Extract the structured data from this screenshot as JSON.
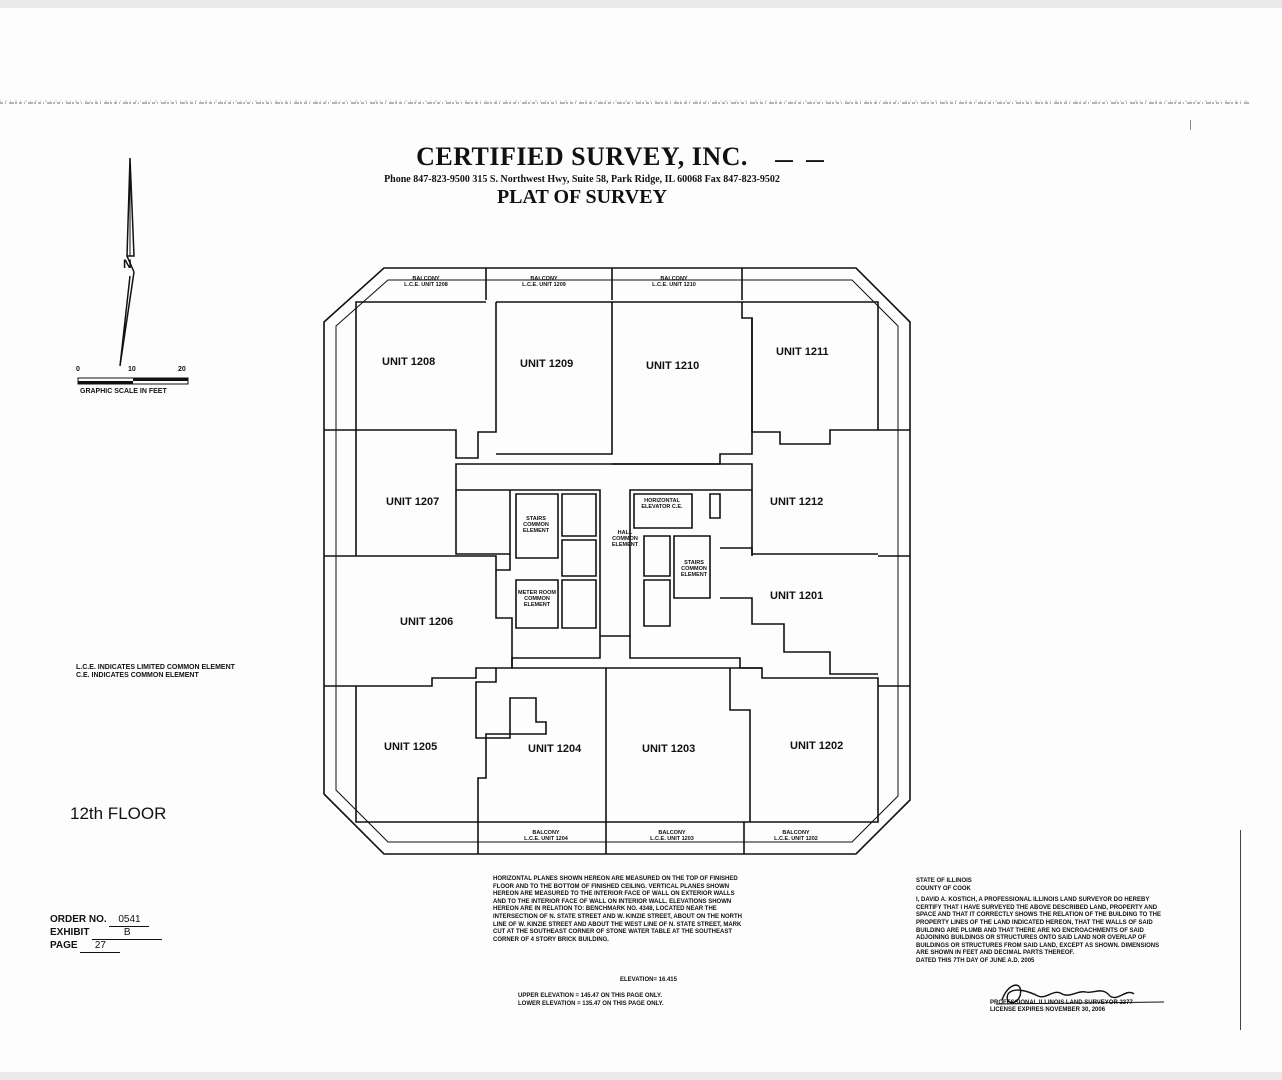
{
  "header": {
    "company": "CERTIFIED SURVEY, INC.",
    "contact": "Phone 847-823-9500   315 S. Northwest Hwy, Suite 58, Park Ridge, IL 60068   Fax 847-823-9502",
    "document_title": "PLAT OF SURVEY"
  },
  "scale": {
    "ticks": [
      "0",
      "10",
      "20"
    ],
    "label": "GRAPHIC SCALE IN FEET"
  },
  "north_arrow_label": "N",
  "floor_label": "12th FLOOR",
  "legend": {
    "lce": "L.C.E. INDICATES LIMITED COMMON ELEMENT",
    "ce": "C.E. INDICATES COMMON ELEMENT"
  },
  "order": {
    "order_label": "ORDER NO.",
    "order_value": "0541",
    "exhibit_label": "EXHIBIT",
    "exhibit_value": "B",
    "page_label": "PAGE",
    "page_value": "27"
  },
  "units": [
    {
      "name": "UNIT 1208"
    },
    {
      "name": "UNIT 1209"
    },
    {
      "name": "UNIT 1210"
    },
    {
      "name": "UNIT 1211"
    },
    {
      "name": "UNIT 1207"
    },
    {
      "name": "UNIT 1212"
    },
    {
      "name": "UNIT 1206"
    },
    {
      "name": "UNIT 1201"
    },
    {
      "name": "UNIT 1205"
    },
    {
      "name": "UNIT 1204"
    },
    {
      "name": "UNIT 1203"
    },
    {
      "name": "UNIT 1202"
    }
  ],
  "balconies": [
    {
      "title": "BALCONY",
      "sub": "L.C.E. UNIT 1208"
    },
    {
      "title": "BALCONY",
      "sub": "L.C.E. UNIT 1209"
    },
    {
      "title": "BALCONY",
      "sub": "L.C.E. UNIT 1210"
    },
    {
      "title": "BALCONY",
      "sub": "L.C.E. UNIT 1204"
    },
    {
      "title": "BALCONY",
      "sub": "L.C.E. UNIT 1203"
    },
    {
      "title": "BALCONY",
      "sub": "L.C.E. UNIT 1202"
    }
  ],
  "core": {
    "stairs1": "STAIRS COMMON ELEMENT",
    "stairs2": "STAIRS COMMON ELEMENT",
    "meter": "METER ROOM COMMON ELEMENT",
    "hall": "HALL COMMON ELEMENT",
    "elevator": "HORIZONTAL ELEVATOR C.E."
  },
  "notes": "HORIZONTAL PLANES SHOWN HEREON ARE MEASURED ON THE TOP OF FINISHED FLOOR AND TO THE BOTTOM OF FINISHED CEILING. VERTICAL PLANES SHOWN HEREON ARE MEASURED TO THE INTERIOR FACE OF WALL ON EXTERIOR WALLS AND TO THE INTERIOR FACE OF WALL ON INTERIOR WALL. ELEVATIONS SHOWN HEREON ARE IN RELATION TO: BENCHMARK NO. 4348, LOCATED NEAR THE INTERSECTION OF N. STATE STREET AND W. KINZIE STREET, ABOUT ON THE NORTH LINE OF W. KINZIE STREET AND ABOUT THE WEST LINE OF N. STATE STREET, MARK CUT AT THE SOUTHEAST CORNER OF STONE WATER TABLE AT THE SOUTHEAST CORNER OF 4 STORY BRICK BUILDING.",
  "elevation": {
    "benchmark": "ELEVATION= 16.415",
    "upper": "UPPER ELEVATION = 145.47  ON THIS PAGE ONLY.",
    "lower": "LOWER ELEVATION = 135.47  ON THIS PAGE ONLY."
  },
  "certification": {
    "state": "STATE OF ILLINOIS",
    "county": "COUNTY OF COOK",
    "text": "I, DAVID A. KOSTICH, A PROFESSIONAL ILLINOIS LAND SURVEYOR DO HEREBY CERTIFY THAT I HAVE SURVEYED THE ABOVE DESCRIBED LAND, PROPERTY AND SPACE AND THAT IT CORRECTLY SHOWS THE RELATION OF THE BUILDING TO THE PROPERTY LINES OF THE LAND INDICATED HEREON, THAT THE WALLS OF SAID BUILDING ARE PLUMB AND THAT THERE ARE NO ENCROACHMENTS OF SAID ADJOINING BUILDINGS OR STRUCTURES ONTO SAID LAND NOR OVERLAP OF BUILDINGS OR STRUCTURES FROM SAID LAND, EXCEPT AS SHOWN. DIMENSIONS ARE SHOWN IN FEET AND DECIMAL PARTS THEREOF.",
    "dated": "DATED THIS  7th  DAY OF  JUNE  A.D. 2005",
    "surveyor": "PROFESSIONAL ILLINOIS LAND SURVEYOR 2377",
    "license": "LICENSE EXPIRES NOVEMBER 30, 2006"
  }
}
